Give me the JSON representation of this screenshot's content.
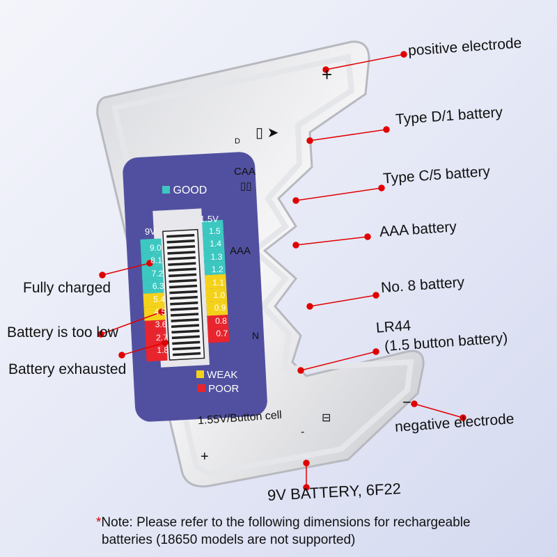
{
  "callouts": {
    "positive_electrode": "positive electrode",
    "type_d": "Type D/1 battery",
    "type_c": "Type C/5 battery",
    "aaa": "AAA battery",
    "no8": "No. 8 battery",
    "lr44_line1": "LR44",
    "lr44_line2": "(1.5 button battery)",
    "negative_electrode": "negative electrode",
    "battery_9v": "9V BATTERY, 6F22",
    "fully_charged": "Fully charged",
    "too_low": "Battery is too low",
    "exhausted": "Battery exhausted"
  },
  "device": {
    "slot_d": "D",
    "slot_caa": "CAA",
    "slot_aaa": "AAA",
    "slot_n": "N",
    "button_cell": "1.55V/Button cell",
    "plus": "+",
    "minus": "−",
    "plus_bottom": "+",
    "minus_bottom": "-"
  },
  "screen": {
    "good": "GOOD",
    "weak": "WEAK",
    "poor": "POOR",
    "left_header": "9V",
    "right_header": "1.5V",
    "left_scale": [
      {
        "v": "9.0",
        "level": "good"
      },
      {
        "v": "8.1",
        "level": "good"
      },
      {
        "v": "7.2",
        "level": "good"
      },
      {
        "v": "6.3",
        "level": "good"
      },
      {
        "v": "5.4",
        "level": "weak"
      },
      {
        "v": "4.5",
        "level": "weak"
      },
      {
        "v": "3.6",
        "level": "poor"
      },
      {
        "v": "2.7",
        "level": "poor"
      },
      {
        "v": "1.8",
        "level": "poor"
      }
    ],
    "right_scale": [
      {
        "v": "1.5",
        "level": "good"
      },
      {
        "v": "1.4",
        "level": "good"
      },
      {
        "v": "1.3",
        "level": "good"
      },
      {
        "v": "1.2",
        "level": "good"
      },
      {
        "v": "1.1",
        "level": "weak"
      },
      {
        "v": "1.0",
        "level": "weak"
      },
      {
        "v": "0.9",
        "level": "weak"
      },
      {
        "v": "0.8",
        "level": "poor"
      },
      {
        "v": "0.7",
        "level": "poor"
      }
    ],
    "colors": {
      "good": "#3cc8c0",
      "weak": "#f5d21a",
      "poor": "#e8252d",
      "panel": "#2b2a8c"
    }
  },
  "note": {
    "star": "*",
    "line1": "Note: Please refer to the following dimensions for rechargeable",
    "line2": "batteries (18650 models are not supported)"
  },
  "colors": {
    "callout_line": "#e00000"
  }
}
